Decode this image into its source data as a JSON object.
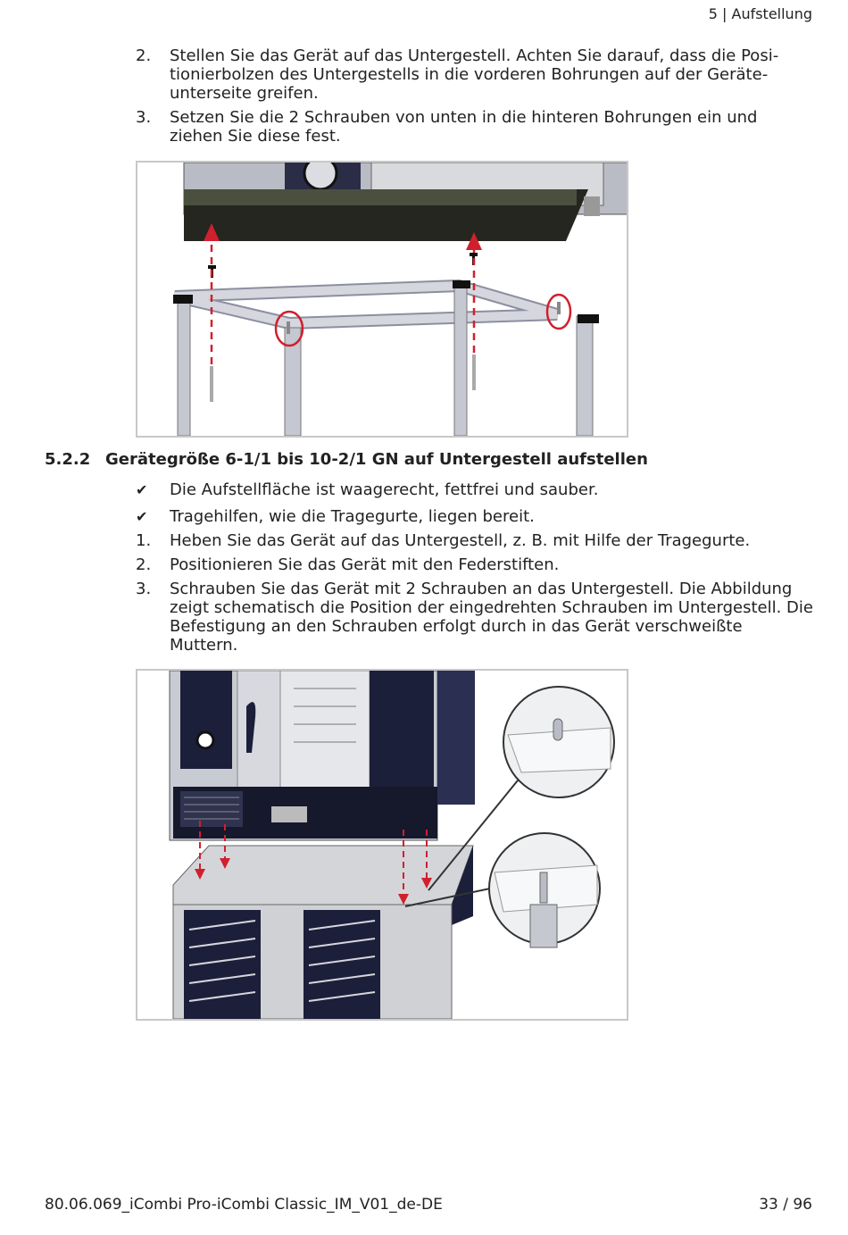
{
  "header": {
    "chapter": "5 | Aufstellung"
  },
  "steps_top": [
    {
      "marker": "2.",
      "text": "Stellen Sie das Gerät auf das Untergestell. Achten Sie darauf, dass die Posi­tionierbolzen des Untergestells in die vorderen Bohrungen auf der Geräte­unterseite greifen."
    },
    {
      "marker": "3.",
      "text": "Setzen Sie die 2 Schrauben von unten in die hinteren Bohrungen ein und ziehen Sie diese fest."
    }
  ],
  "section": {
    "number": "5.2.2",
    "title": "Gerätegröße 6-1/1 bis 10-2/1 GN auf Untergestell aufstellen"
  },
  "prerequisites": [
    {
      "marker": "✔",
      "text": "Die Aufstellfläche ist waagerecht, fettfrei und sauber."
    },
    {
      "marker": "✔",
      "text": "Tragehilfen, wie die Tragegurte, liegen bereit."
    }
  ],
  "steps_bottom": [
    {
      "marker": "1.",
      "text": "Heben Sie das Gerät auf das Untergestell, z. B. mit Hilfe der Tragegurte."
    },
    {
      "marker": "2.",
      "text": "Positionieren Sie das Gerät mit den Federstiften."
    },
    {
      "marker": "3.",
      "text": "Schrauben Sie das Gerät mit 2 Schrauben an das Untergestell. Die Abbildung zeigt schematisch die Position der eingedrehten Schrauben im Untergestell. Die Befestigung an den Schrauben erfolgt durch in das Gerät verschweißte Muttern."
    }
  ],
  "footer": {
    "document_id": "80.06.069_iCombi Pro-iCombi Classic_IM_V01_de-DE",
    "page": "33 / 96"
  },
  "colors": {
    "accent_red": "#d0202e",
    "frame": "#c8c8c8",
    "dark_unit": "#1c1f3a"
  }
}
